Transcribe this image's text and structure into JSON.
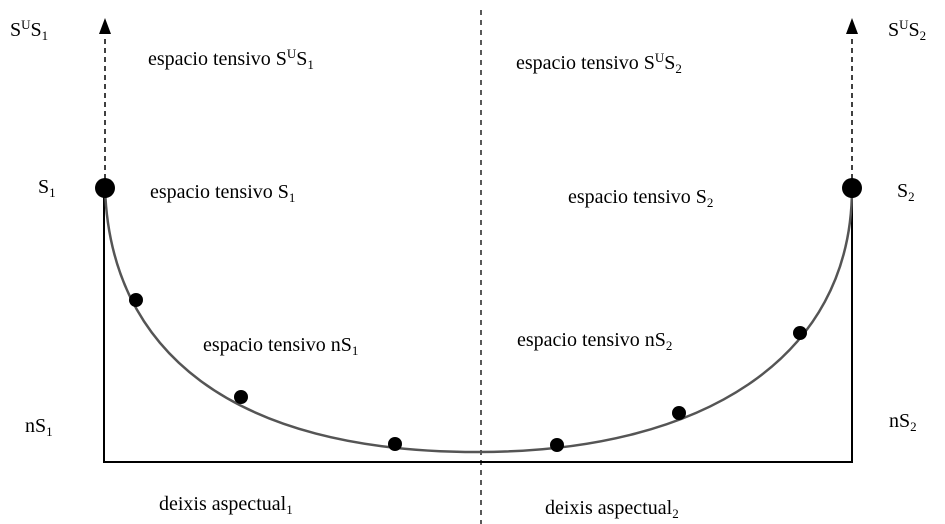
{
  "colors": {
    "ink": "#000000",
    "curve": "#555555",
    "background": "#ffffff"
  },
  "labels": {
    "left_top_axis": {
      "base": "S",
      "sup": "U",
      "base2": "S",
      "sub": "1"
    },
    "right_top_axis": {
      "base": "S",
      "sup": "U",
      "base2": "S",
      "sub": "2"
    },
    "left_s": {
      "base": "S",
      "sub": "1"
    },
    "right_s": {
      "base": "S",
      "sub": "2"
    },
    "left_ns": {
      "base": "nS",
      "sub": "1"
    },
    "right_ns": {
      "base": "nS",
      "sub": "2"
    },
    "space_top_left": {
      "base": "espacio tensivo S",
      "sup": "U",
      "base2": "S",
      "sub": "1"
    },
    "space_top_right": {
      "base": "espacio tensivo S",
      "sup": "U",
      "base2": "S",
      "sub": "2"
    },
    "space_mid_left": {
      "base": "espacio tensivo S",
      "sub": "1"
    },
    "space_mid_right": {
      "base": "espacio tensivo S",
      "sub": "2"
    },
    "space_low_left": {
      "base": "espacio tensivo nS",
      "sub": "1"
    },
    "space_low_right": {
      "base": "espacio tensivo nS",
      "sub": "2"
    },
    "deixis_left": {
      "base": "deixis aspectual",
      "sub": "1"
    },
    "deixis_right": {
      "base": "deixis aspectual",
      "sub": "2"
    }
  }
}
